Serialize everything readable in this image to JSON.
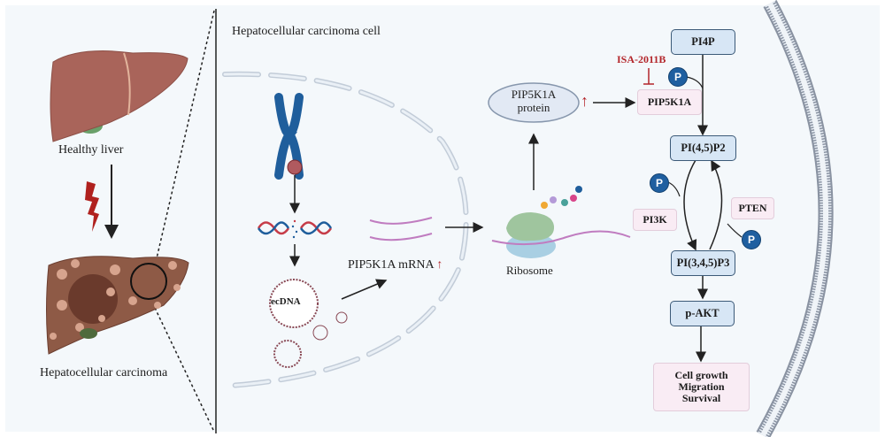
{
  "left_panel": {
    "healthy_label": "Healthy liver",
    "cancer_label": "Hepatocellular carcinoma"
  },
  "cell": {
    "title": "Hepatocellular carcinoma cell",
    "ecdna_label": "ecDNA",
    "mrna_label": "PIP5K1A mRNA",
    "mrna_change": "↑",
    "ribosome_label": "Ribosome",
    "protein_label_line1": "PIP5K1A",
    "protein_label_line2": "protein",
    "protein_change": "↑"
  },
  "pathway": {
    "inhibitor": "ISA-2011B",
    "nodes": {
      "pi4p": "PI4P",
      "pip5k1a": "PIP5K1A",
      "pi45p2": "PI(4,5)P2",
      "pi3k": "PI3K",
      "pten": "PTEN",
      "pi345p3": "PI(3,4,5)P3",
      "pakt": "p-AKT"
    },
    "phosphate": "P",
    "outcome": [
      "Cell growth",
      "Migration",
      "Survival"
    ]
  },
  "colors": {
    "background": "#f4f8fb",
    "liver": "#a9645a",
    "box_blue": "#d7e6f5",
    "box_pink": "#f9ecf4",
    "phosphate": "#1f5fa0",
    "upregulation": "#b3262b",
    "chromosome": "#1f5e9c",
    "mrna": "#c07cc0"
  }
}
